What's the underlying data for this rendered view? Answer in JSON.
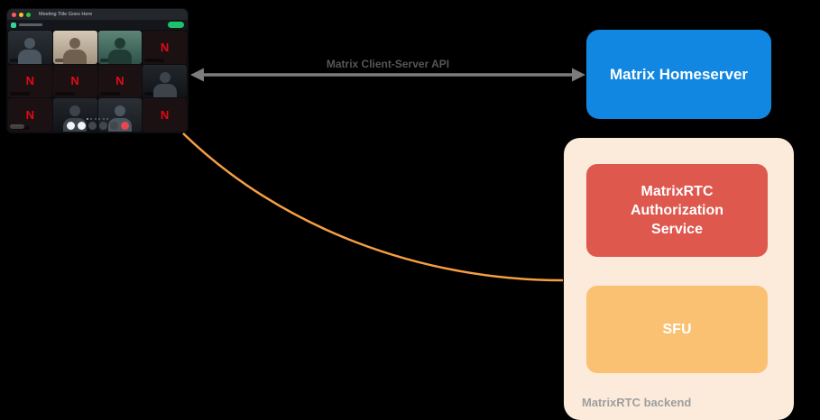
{
  "diagram": {
    "bg_color": "#000000",
    "client": {
      "window_title": "Meeting Title Goes Here",
      "avatar_letter": "N"
    },
    "api_arrow": {
      "label": "Matrix Client-Server API",
      "color": "#7c7c7c",
      "label_color": "#565656"
    },
    "homeserver": {
      "label": "Matrix Homeserver",
      "bg_color": "#1187e1",
      "text_color": "#ffffff"
    },
    "backend": {
      "label": "MatrixRTC backend",
      "label_color": "#9e9e9e",
      "bg_color": "#fcebda",
      "boxes": [
        {
          "label": "MatrixRTC Authorization Service",
          "bg_color": "#de584e"
        },
        {
          "label": "SFU",
          "bg_color": "#fbc173"
        }
      ]
    },
    "media_link": {
      "color": "#f59f43"
    }
  }
}
